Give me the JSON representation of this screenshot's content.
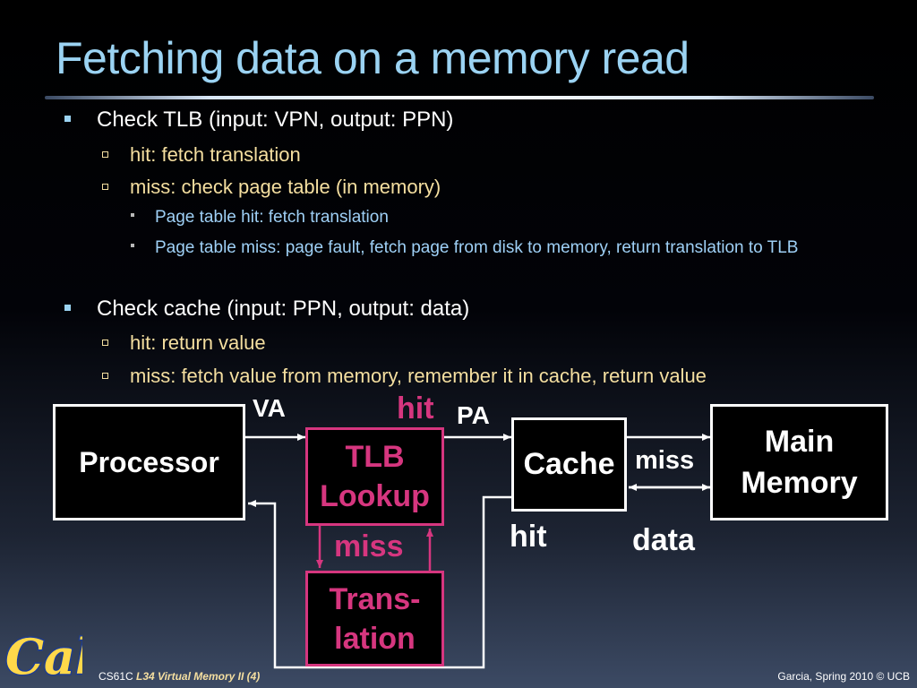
{
  "title": "Fetching data on a memory read",
  "bullets": {
    "b1": "Check TLB (input: VPN, output: PPN)",
    "b1_1": "hit: fetch translation",
    "b1_2": "miss: check page table (in memory)",
    "b1_2_1": "Page table hit: fetch translation",
    "b1_2_2": "Page table miss: page fault, fetch page from disk to memory, return translation to TLB",
    "b2": "Check cache (input: PPN, output: data)",
    "b2_1": "hit: return value",
    "b2_2": "miss: fetch value from memory, remember it in cache, return value"
  },
  "diagram": {
    "processor": "Processor",
    "tlb_line1": "TLB",
    "tlb_line2": "Lookup",
    "translation_line1": "Trans-",
    "translation_line2": "lation",
    "cache": "Cache",
    "main_memory_line1": "Main",
    "main_memory_line2": "Memory",
    "label_va": "VA",
    "label_tlb_hit": "hit",
    "label_pa": "PA",
    "label_tlb_miss": "miss",
    "label_cache_miss": "miss",
    "label_cache_hit": "hit",
    "label_data": "data",
    "accent_pink": "#d6367f",
    "accent_blue": "#9bd3f3"
  },
  "footer": {
    "course": "CS61C",
    "lecture": "L34 Virtual Memory II (4)",
    "credit": "Garcia, Spring 2010 © UCB"
  },
  "logo": {
    "text": "Cal"
  }
}
